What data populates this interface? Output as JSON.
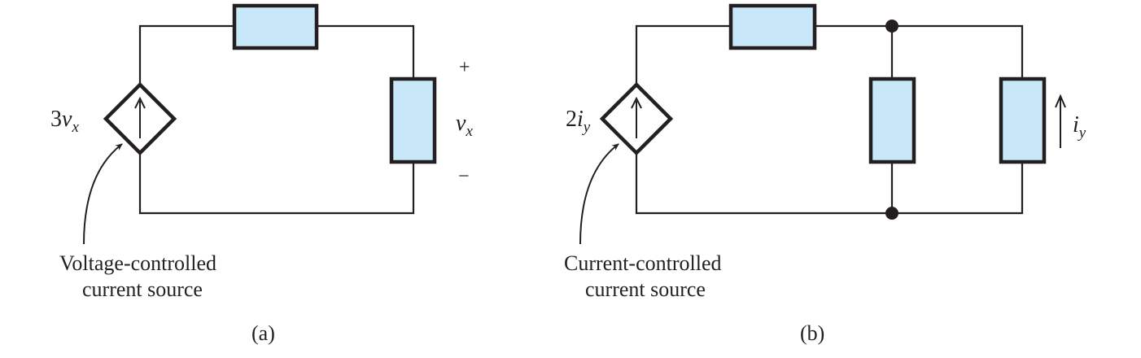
{
  "figure_a": {
    "caption": "(a)",
    "source_label": {
      "coef": "3",
      "var": "v",
      "sub": "x"
    },
    "voltage_label": {
      "var": "v",
      "sub": "x"
    },
    "plus": "+",
    "minus": "−",
    "callout_line1": "Voltage-controlled",
    "callout_line2": "current source"
  },
  "figure_b": {
    "caption": "(b)",
    "source_label": {
      "coef": "2",
      "var": "i",
      "sub": "y"
    },
    "current_label": {
      "var": "i",
      "sub": "y"
    },
    "callout_line1": "Current-controlled",
    "callout_line2": "current source"
  },
  "colors": {
    "resistor_fill": "#c8e8fa",
    "line": "#231f20"
  }
}
